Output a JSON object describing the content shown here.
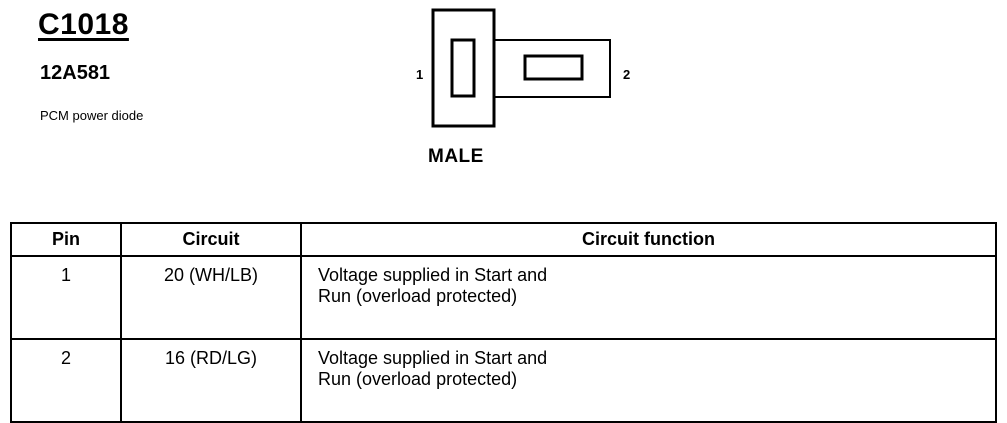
{
  "connector": {
    "id": "C1018",
    "part_number": "12A581",
    "description": "PCM power diode",
    "gender": "MALE",
    "pin_labels": {
      "left": "1",
      "right": "2"
    }
  },
  "table": {
    "headers": {
      "pin": "Pin",
      "circuit": "Circuit",
      "function": "Circuit function"
    },
    "rows": [
      {
        "pin": "1",
        "circuit": "20 (WH/LB)",
        "function_line1": "Voltage supplied in Start and",
        "function_line2": "Run (overload protected)"
      },
      {
        "pin": "2",
        "circuit": "16 (RD/LG)",
        "function_line1": "Voltage supplied in Start and",
        "function_line2": "Run (overload protected)"
      }
    ]
  }
}
